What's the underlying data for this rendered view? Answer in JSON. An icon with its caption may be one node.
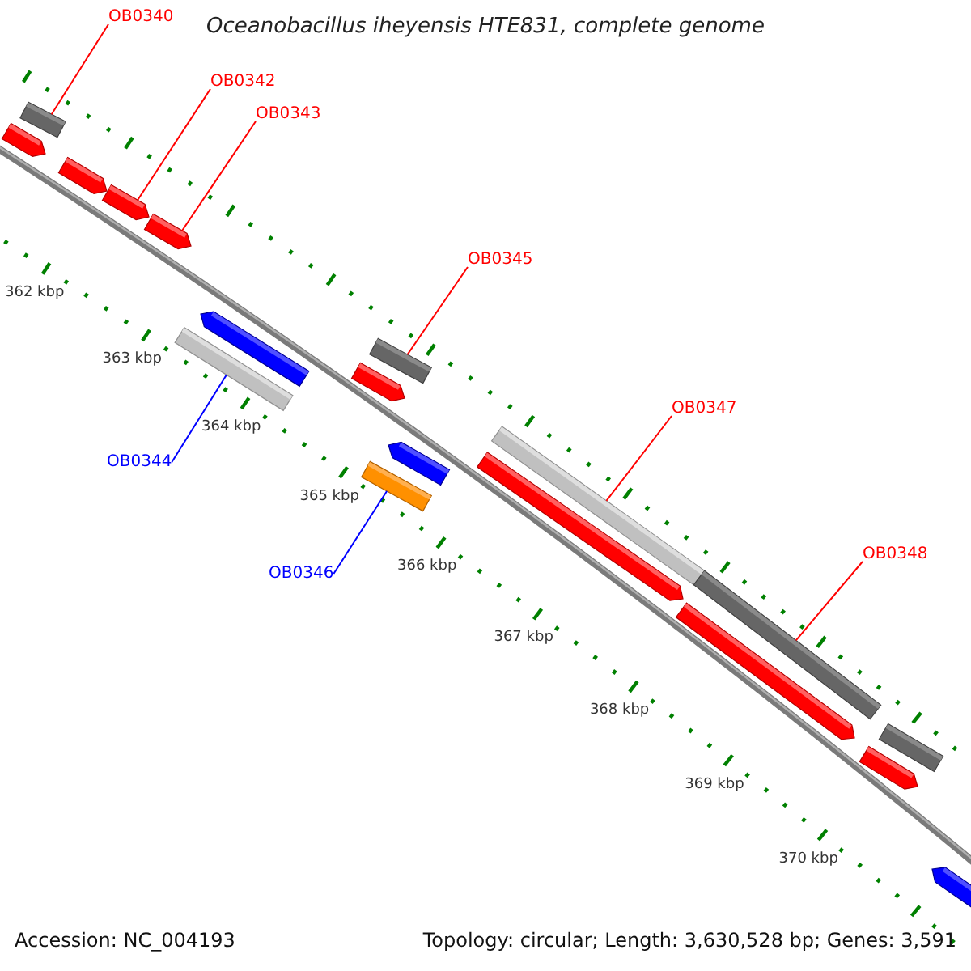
{
  "diagram": {
    "title": "Oceanobacillus iheyensis HTE831, complete genome",
    "nodes": [
      {
        "text": [
          "OB0340"
        ]
      },
      {
        "text": [
          "OB0342"
        ]
      },
      {
        "text": [
          "OB0343"
        ]
      },
      {
        "text": [
          "OB0345"
        ]
      },
      {
        "text": [
          "OB0347"
        ]
      },
      {
        "text": [
          "OB0344"
        ]
      },
      {
        "text": [
          "OB0348"
        ]
      },
      {
        "text": [
          "OB0346"
        ]
      },
      {
        "text": [],
        "shape": "bar"
      },
      {
        "text": [],
        "shape": "bar"
      },
      {
        "text": [],
        "shape": "bar"
      },
      {
        "text": [],
        "shape": "bar"
      },
      {
        "text": [],
        "shape": "bar"
      },
      {
        "text": [],
        "shape": "bar"
      },
      {
        "text": [],
        "shape": "bar"
      },
      {
        "text": [],
        "shape": "bar"
      },
      {
        "text": [],
        "shape": "bar"
      },
      {
        "text": [],
        "shape": "bar"
      },
      {
        "text": [],
        "shape": "bar"
      },
      {
        "text": [],
        "shape": "bar"
      },
      {
        "text": [],
        "shape": "bar"
      },
      {
        "text": [],
        "shape": "bar"
      },
      {
        "text": [],
        "shape": "bar"
      },
      {
        "text": [],
        "shape": "bar"
      },
      {
        "text": [],
        "shape": "bar"
      },
      {
        "text": [],
        "shape": "bar"
      }
    ],
    "edges": [
      {
        "from": 0,
        "to": 9,
        "arrow": "none"
      },
      {
        "from": 1,
        "to": 11,
        "arrow": "none"
      },
      {
        "from": 2,
        "to": 12,
        "arrow": "none"
      },
      {
        "from": 3,
        "to": 17,
        "arrow": "none"
      },
      {
        "from": 4,
        "to": 20,
        "arrow": "none"
      },
      {
        "from": 5,
        "to": 13,
        "arrow": "none",
        "color": "#0000ff"
      },
      {
        "from": 6,
        "to": 22,
        "arrow": "none"
      },
      {
        "from": 7,
        "to": 16,
        "arrow": "none",
        "color": "#0000ff"
      }
    ],
    "labels": [
      "362 kbp",
      "363 kbp",
      "364 kbp",
      "365 kbp",
      "366 kbp",
      "367 kbp",
      "368 kbp",
      "369 kbp",
      "370 kbp",
      "Accession: NC_004193",
      "Topology: circular; Length: 3,630,528 bp; Genes: 3,591"
    ]
  }
}
